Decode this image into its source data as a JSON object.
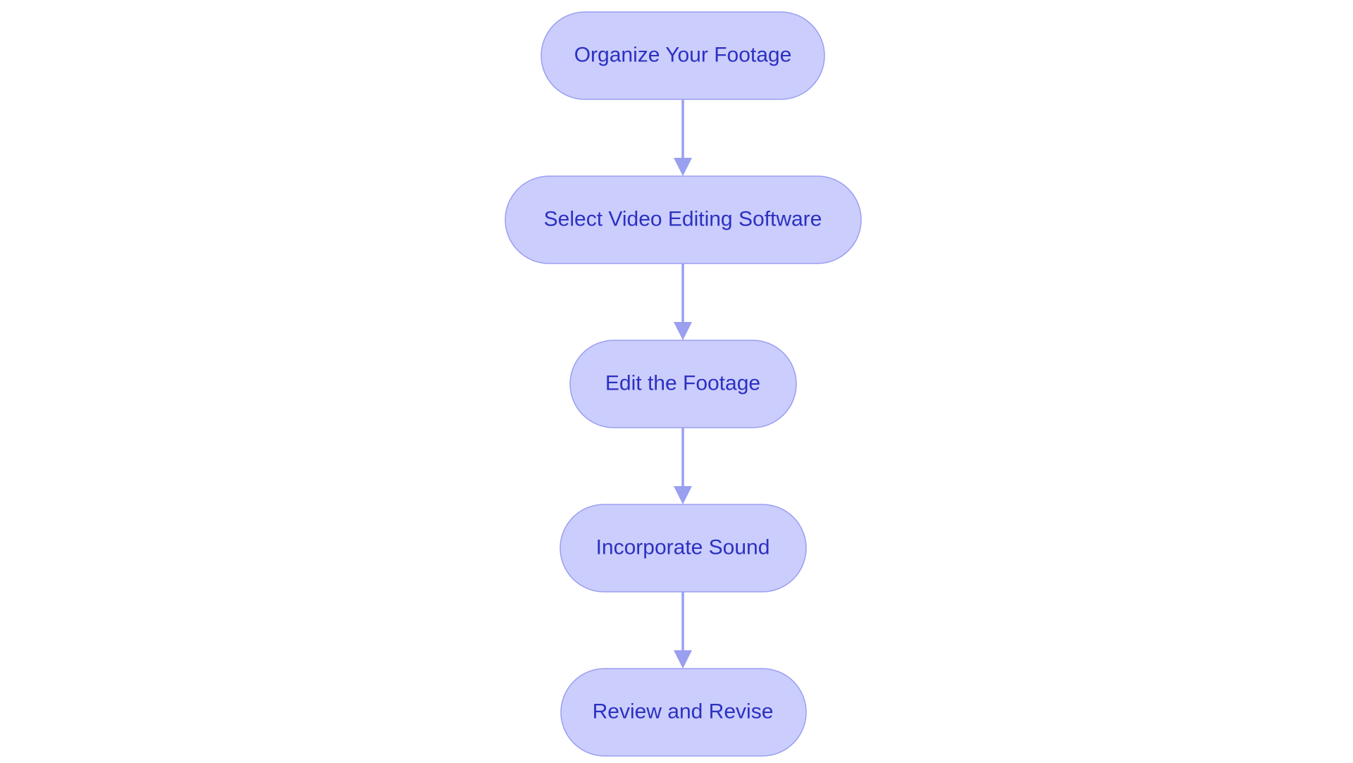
{
  "diagram": {
    "type": "flowchart",
    "direction": "top-to-bottom",
    "colors": {
      "node_fill": "#cbcdfd",
      "node_stroke": "#9a9ff0",
      "text": "#2c31c0",
      "edge": "#9a9ff0"
    },
    "nodes": [
      {
        "id": "n1",
        "label": "Organize Your Footage"
      },
      {
        "id": "n2",
        "label": "Select Video Editing Software"
      },
      {
        "id": "n3",
        "label": "Edit the Footage"
      },
      {
        "id": "n4",
        "label": "Incorporate Sound"
      },
      {
        "id": "n5",
        "label": "Review and Revise"
      }
    ],
    "edges": [
      {
        "from": "n1",
        "to": "n2"
      },
      {
        "from": "n2",
        "to": "n3"
      },
      {
        "from": "n3",
        "to": "n4"
      },
      {
        "from": "n4",
        "to": "n5"
      }
    ]
  }
}
